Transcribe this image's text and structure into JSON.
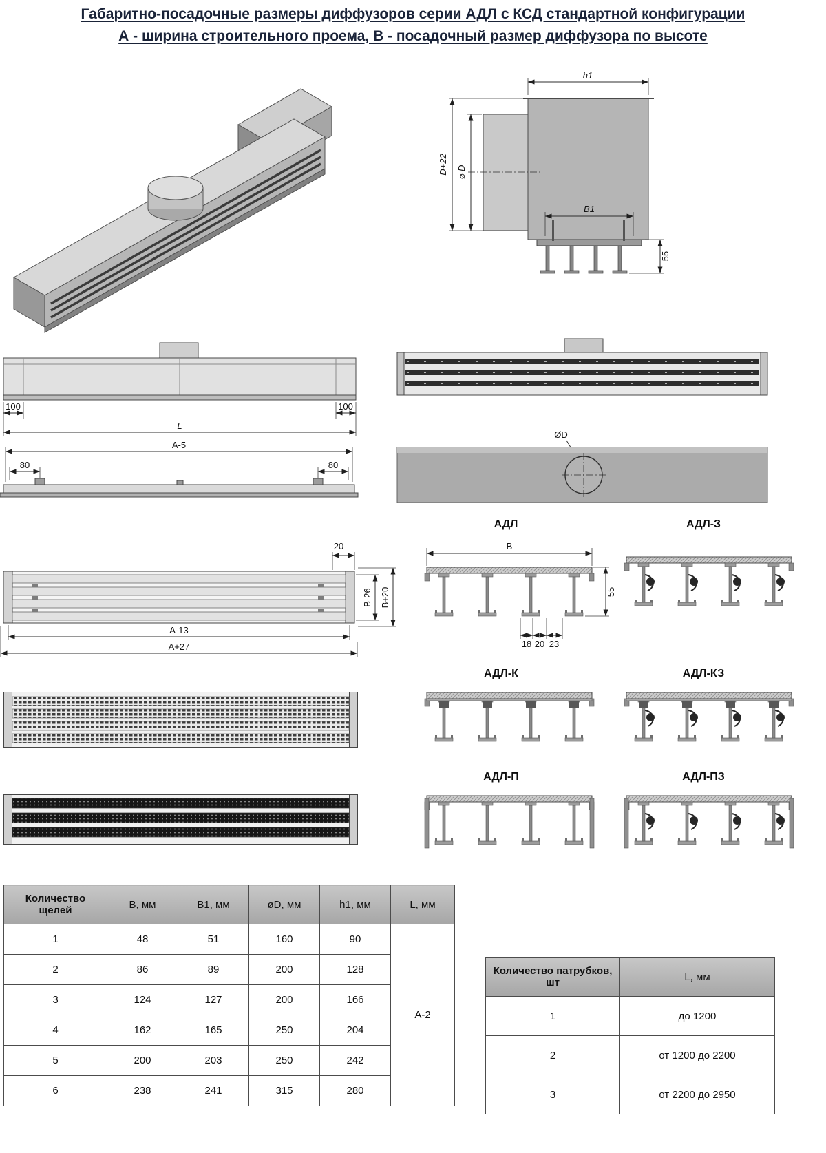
{
  "page": {
    "title_line1": "Габаритно-посадочные размеры диффузоров серии АДЛ с КСД стандартной конфигурации",
    "title_line2": "А - ширина строительного проема, В - посадочный размер диффузора по высоте"
  },
  "dims": {
    "h1": "h1",
    "d_plus_22": "D+22",
    "phi_d": "⌀ D",
    "b1": "B1",
    "side_55": "55",
    "front_100_left": "100",
    "front_L": "L",
    "front_100_right": "100",
    "a_minus_5": "А-5",
    "left_80": "80",
    "right_80": "80",
    "phi_d_top": "ØD",
    "grille_20": "20",
    "b_minus_26": "В-26",
    "b_plus_20": "В+20",
    "a_minus_13": "А-13",
    "a_plus_27": "А+27",
    "section_B": "В",
    "section_55": "55",
    "pitch_18": "18",
    "pitch_20": "20",
    "pitch_23": "23"
  },
  "labels": {
    "adl": "АДЛ",
    "adl_z": "АДЛ-З",
    "adl_k": "АДЛ-К",
    "adl_kz": "АДЛ-КЗ",
    "adl_p": "АДЛ-П",
    "adl_pz": "АДЛ-ПЗ"
  },
  "table_main": {
    "headers": [
      "Количество щелей",
      "B, мм",
      "B1, мм",
      "øD, мм",
      "h1, мм",
      "L, мм"
    ],
    "rows": [
      [
        "1",
        "48",
        "51",
        "160",
        "90"
      ],
      [
        "2",
        "86",
        "89",
        "200",
        "128"
      ],
      [
        "3",
        "124",
        "127",
        "200",
        "166"
      ],
      [
        "4",
        "162",
        "165",
        "250",
        "204"
      ],
      [
        "5",
        "200",
        "203",
        "250",
        "242"
      ],
      [
        "6",
        "238",
        "241",
        "315",
        "280"
      ]
    ],
    "l_value": "А-2"
  },
  "table_pipes": {
    "headers": [
      "Количество патрубков, шт",
      "L, мм"
    ],
    "rows": [
      [
        "1",
        "до 1200"
      ],
      [
        "2",
        "от 1200 до 2200"
      ],
      [
        "3",
        "от 2200 до 2950"
      ]
    ]
  }
}
